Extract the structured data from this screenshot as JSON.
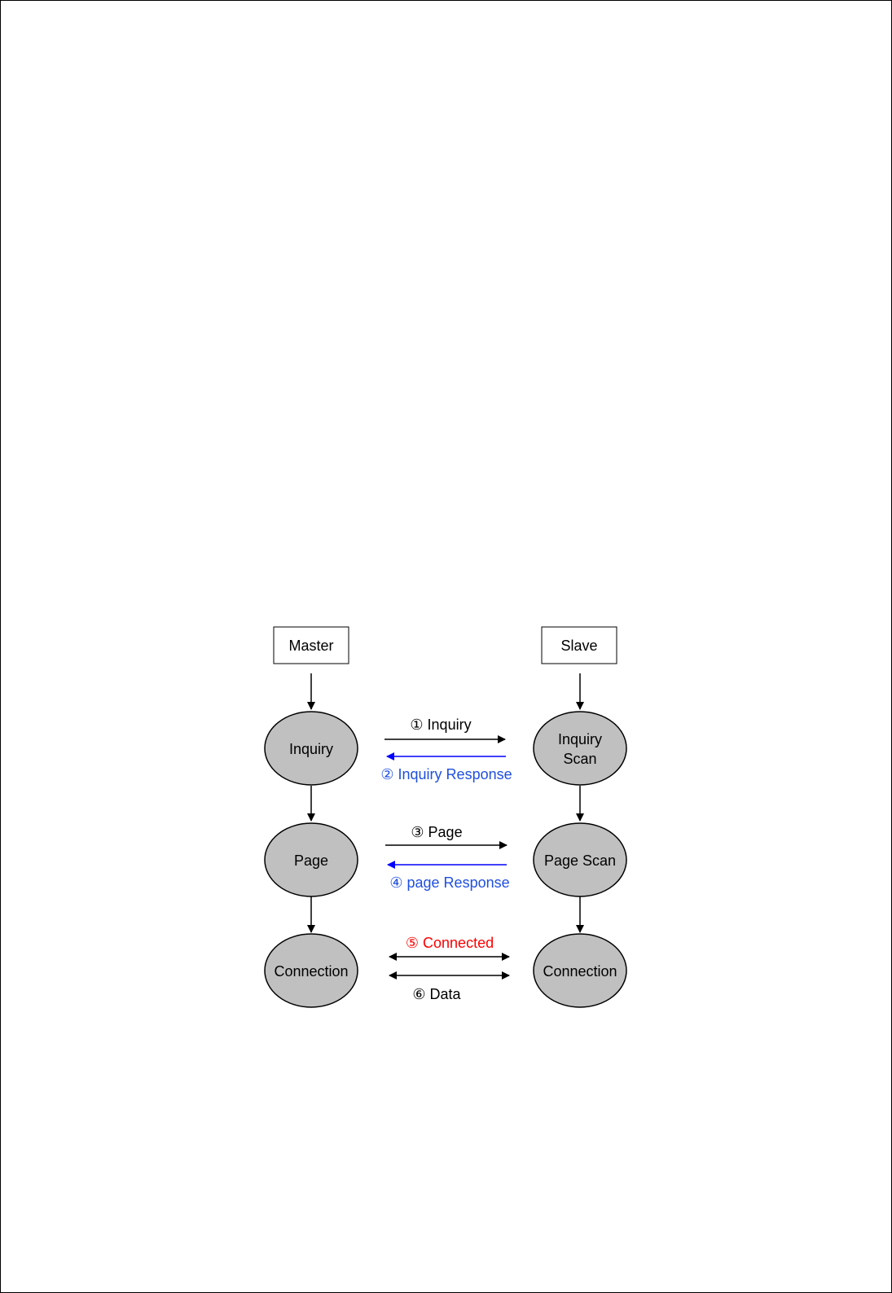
{
  "diagram": {
    "colors": {
      "node_fill": "#c0c0c0",
      "stroke": "#000000",
      "response": "#0000ff",
      "response_text": "#1f4fe0",
      "connected_text": "#ff0000"
    },
    "roles": {
      "master": "Master",
      "slave": "Slave"
    },
    "states": {
      "master_inquiry": "Inquiry",
      "master_page": "Page",
      "master_connection": "Connection",
      "slave_inquiry_scan_line1": "Inquiry",
      "slave_inquiry_scan_line2": "Scan",
      "slave_page_scan": "Page Scan",
      "slave_connection": "Connection"
    },
    "messages": {
      "inquiry": "① Inquiry",
      "inquiry_response": "② Inquiry Response",
      "page": "③ Page",
      "page_response": "④ page Response",
      "connected": "⑤ Connected",
      "data": "⑥ Data"
    }
  }
}
